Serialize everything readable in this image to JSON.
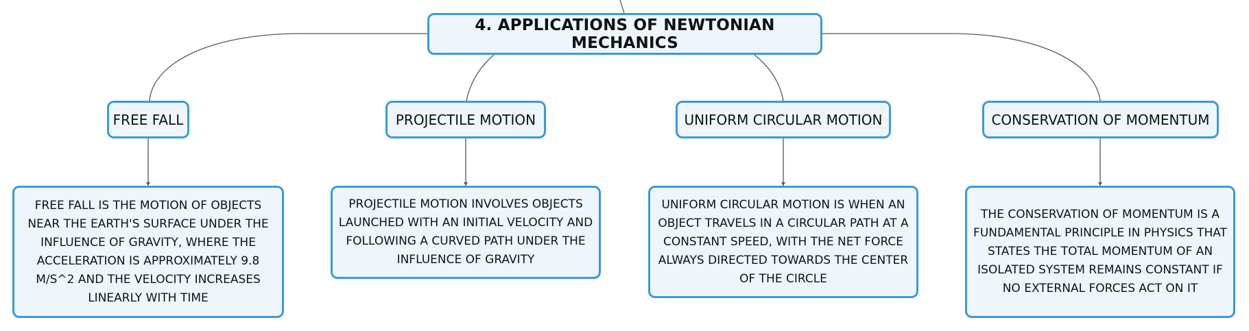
{
  "colors": {
    "node_border": "#3a9ad9",
    "node_fill": "#eef6fc",
    "connector": "#555555",
    "text": "#111111"
  },
  "root": {
    "label": "4. APPLICATIONS OF NEWTONIAN MECHANICS"
  },
  "topics": [
    {
      "label": "FREE FALL",
      "detail": "FREE FALL IS THE MOTION OF OBJECTS NEAR THE EARTH'S SURFACE UNDER THE INFLUENCE OF GRAVITY, WHERE THE ACCELERATION IS APPROXIMATELY 9.8 M/S^2 AND THE VELOCITY INCREASES LINEARLY WITH TIME"
    },
    {
      "label": "PROJECTILE MOTION",
      "detail": "PROJECTILE MOTION INVOLVES OBJECTS LAUNCHED WITH AN INITIAL VELOCITY AND FOLLOWING A CURVED PATH UNDER THE INFLUENCE OF GRAVITY"
    },
    {
      "label": "UNIFORM CIRCULAR MOTION",
      "detail": "UNIFORM CIRCULAR MOTION IS WHEN AN OBJECT TRAVELS IN A CIRCULAR PATH AT A CONSTANT SPEED, WITH THE NET FORCE ALWAYS DIRECTED TOWARDS THE CENTER OF THE CIRCLE"
    },
    {
      "label": "CONSERVATION OF MOMENTUM",
      "detail": "THE CONSERVATION OF MOMENTUM IS A FUNDAMENTAL PRINCIPLE IN PHYSICS THAT STATES THE TOTAL MOMENTUM OF AN ISOLATED SYSTEM REMAINS CONSTANT IF NO EXTERNAL FORCES ACT ON IT"
    }
  ]
}
